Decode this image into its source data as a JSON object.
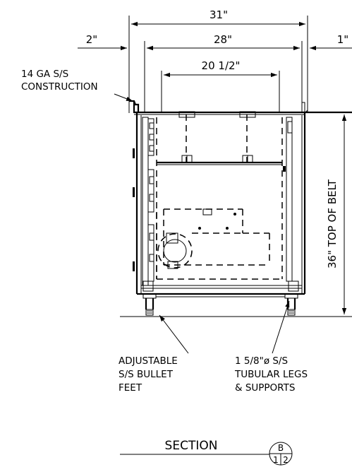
{
  "dimensions": {
    "overall_width": "31\"",
    "left_offset": "2\"",
    "inner_width": "28\"",
    "right_offset": "1\"",
    "drawer_width": "20 1/2\"",
    "height": "36\" TOP OF BELT"
  },
  "notes": {
    "construction": [
      "14 GA S/S",
      "CONSTRUCTION"
    ],
    "feet": [
      "ADJUSTABLE",
      "S/S BULLET",
      "FEET"
    ],
    "legs": [
      "1 5/8\"ø S/S",
      "TUBULAR LEGS",
      "& SUPPORTS"
    ]
  },
  "section": {
    "label": "SECTION",
    "bubble_letter": "B",
    "bubble_num_left": "1",
    "bubble_num_right": "2"
  }
}
